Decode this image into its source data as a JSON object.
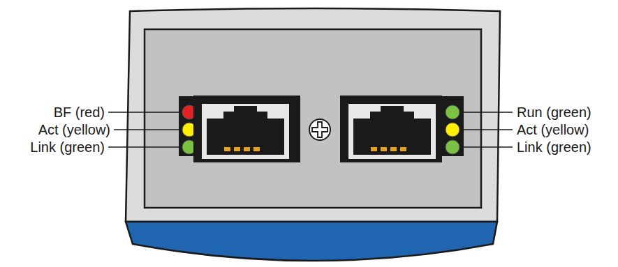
{
  "diagram": {
    "labels": [
      "BF (red)",
      "Act (yellow)",
      "Link (green)",
      "Run (green)",
      "Act (yellow)",
      "Link (green)"
    ]
  }
}
